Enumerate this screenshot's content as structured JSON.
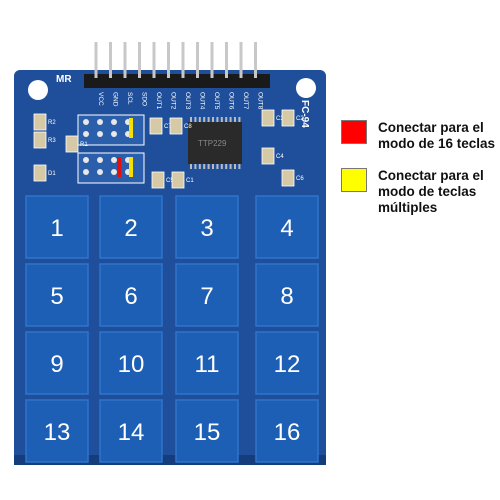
{
  "board": {
    "colors": {
      "pcb": "#1f4f9b",
      "pcb_dark": "#153c7d",
      "key": "#1d5fb5",
      "key_text": "#ffffff",
      "silk": "#ffffff",
      "header_pin": "#c8c8c8",
      "header_base": "#1a1a1a",
      "chip": "#2a2a2a"
    },
    "corner_label": "MR",
    "model_label": "TTP229",
    "board_name": "FC-94",
    "pins": [
      "VCC",
      "GND",
      "SCL",
      "SDO",
      "OUT1",
      "OUT2",
      "OUT3",
      "OUT4",
      "OUT5",
      "OUT6",
      "OUT7",
      "OUT8"
    ],
    "keys": [
      "1",
      "2",
      "3",
      "4",
      "5",
      "6",
      "7",
      "8",
      "9",
      "10",
      "11",
      "12",
      "13",
      "14",
      "15",
      "16"
    ],
    "components": [
      "R2",
      "R1",
      "R3",
      "D1",
      "C7",
      "C8",
      "C5",
      "C1",
      "C3",
      "C4",
      "C2",
      "C6"
    ],
    "jumpers": [
      {
        "row": "upper",
        "color": "#f5e000"
      },
      {
        "row": "lower",
        "color": "#e01010"
      },
      {
        "row": "lower",
        "color": "#f5e000"
      }
    ]
  },
  "legend": [
    {
      "color": "#ff0000",
      "text": "Conectar para el modo de 16 teclas"
    },
    {
      "color": "#ffff00",
      "text": "Conectar para el modo de teclas múltiples"
    }
  ]
}
